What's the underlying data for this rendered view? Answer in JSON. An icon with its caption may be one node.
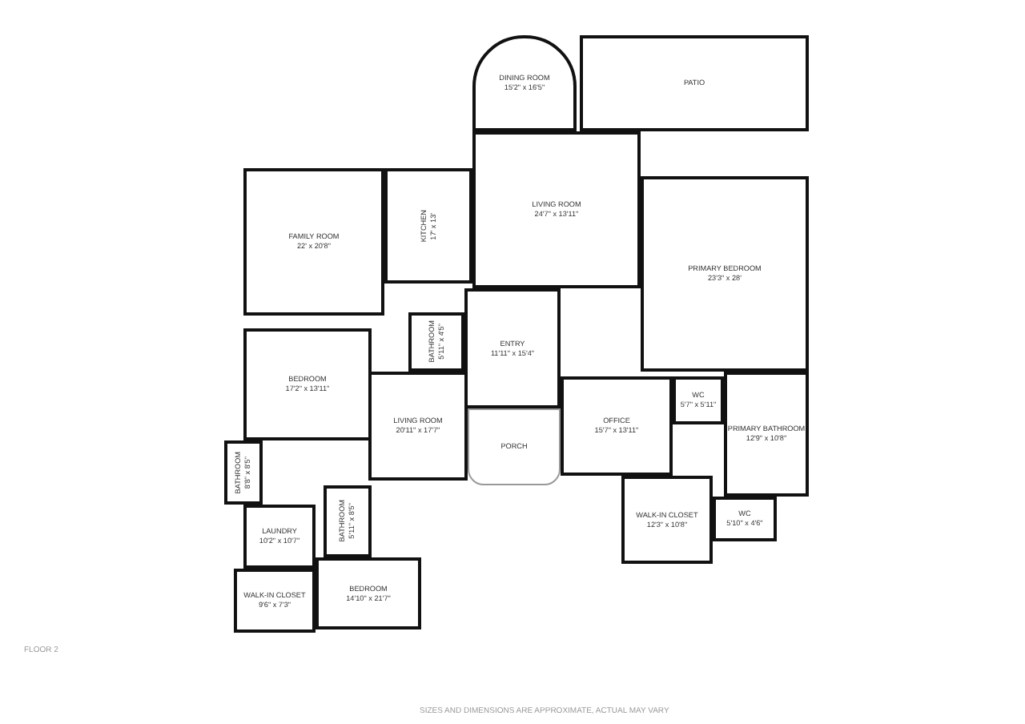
{
  "diagram": {
    "nodes": [
      {
        "text": [
          "FAMILY ROOM",
          "22' x 20'8\""
        ]
      },
      {
        "text": [
          "KITCHEN",
          "17' x 13'"
        ]
      },
      {
        "text": [
          "DINING ROOM",
          "15'2\" x 16'5\""
        ]
      },
      {
        "text": [
          "PATIO"
        ]
      },
      {
        "text": [
          "LIVING ROOM",
          "24'7\" x 13'11\""
        ]
      },
      {
        "text": [
          "PRIMARY BEDROOM",
          "23'3\" x 28'"
        ]
      },
      {
        "text": [
          "ENTRY",
          "11'11\" x 15'4\""
        ]
      },
      {
        "text": [
          "BATHROOM",
          "5'11\" x 4'5\""
        ]
      },
      {
        "text": [
          "BEDROOM",
          "17'2\" x 13'11\""
        ]
      },
      {
        "text": [
          "BATHROOM",
          "8'8\" x 8'5\""
        ]
      },
      {
        "text": [
          "LIVING ROOM",
          "20'11\" x 17'7\""
        ]
      },
      {
        "text": [
          "PORCH"
        ]
      },
      {
        "text": [
          "OFFICE",
          "15'7\" x 13'11\""
        ]
      },
      {
        "text": [
          "WC",
          "5'7\" x 5'11\""
        ]
      },
      {
        "text": [
          "PRIMARY BATHROOM",
          "12'9\" x 10'8\""
        ]
      },
      {
        "text": [
          "WALK-IN CLOSET",
          "12'3\" x 10'8\""
        ]
      },
      {
        "text": [
          "WC",
          "5'10\" x 4'6\""
        ]
      },
      {
        "text": [
          "LAUNDRY",
          "10'2\" x 10'7\""
        ]
      },
      {
        "text": [
          "BATHROOM",
          "5'11\" x 8'5\""
        ]
      },
      {
        "text": [
          "BEDROOM",
          "14'10\" x 21'7\""
        ]
      },
      {
        "text": [
          "WALK-IN CLOSET",
          "9'6\" x 7'3\""
        ]
      }
    ],
    "edges": [],
    "labels": [
      "FLOOR 2",
      "SIZES AND DIMENSIONS ARE APPROXIMATE, ACTUAL MAY VARY"
    ]
  }
}
